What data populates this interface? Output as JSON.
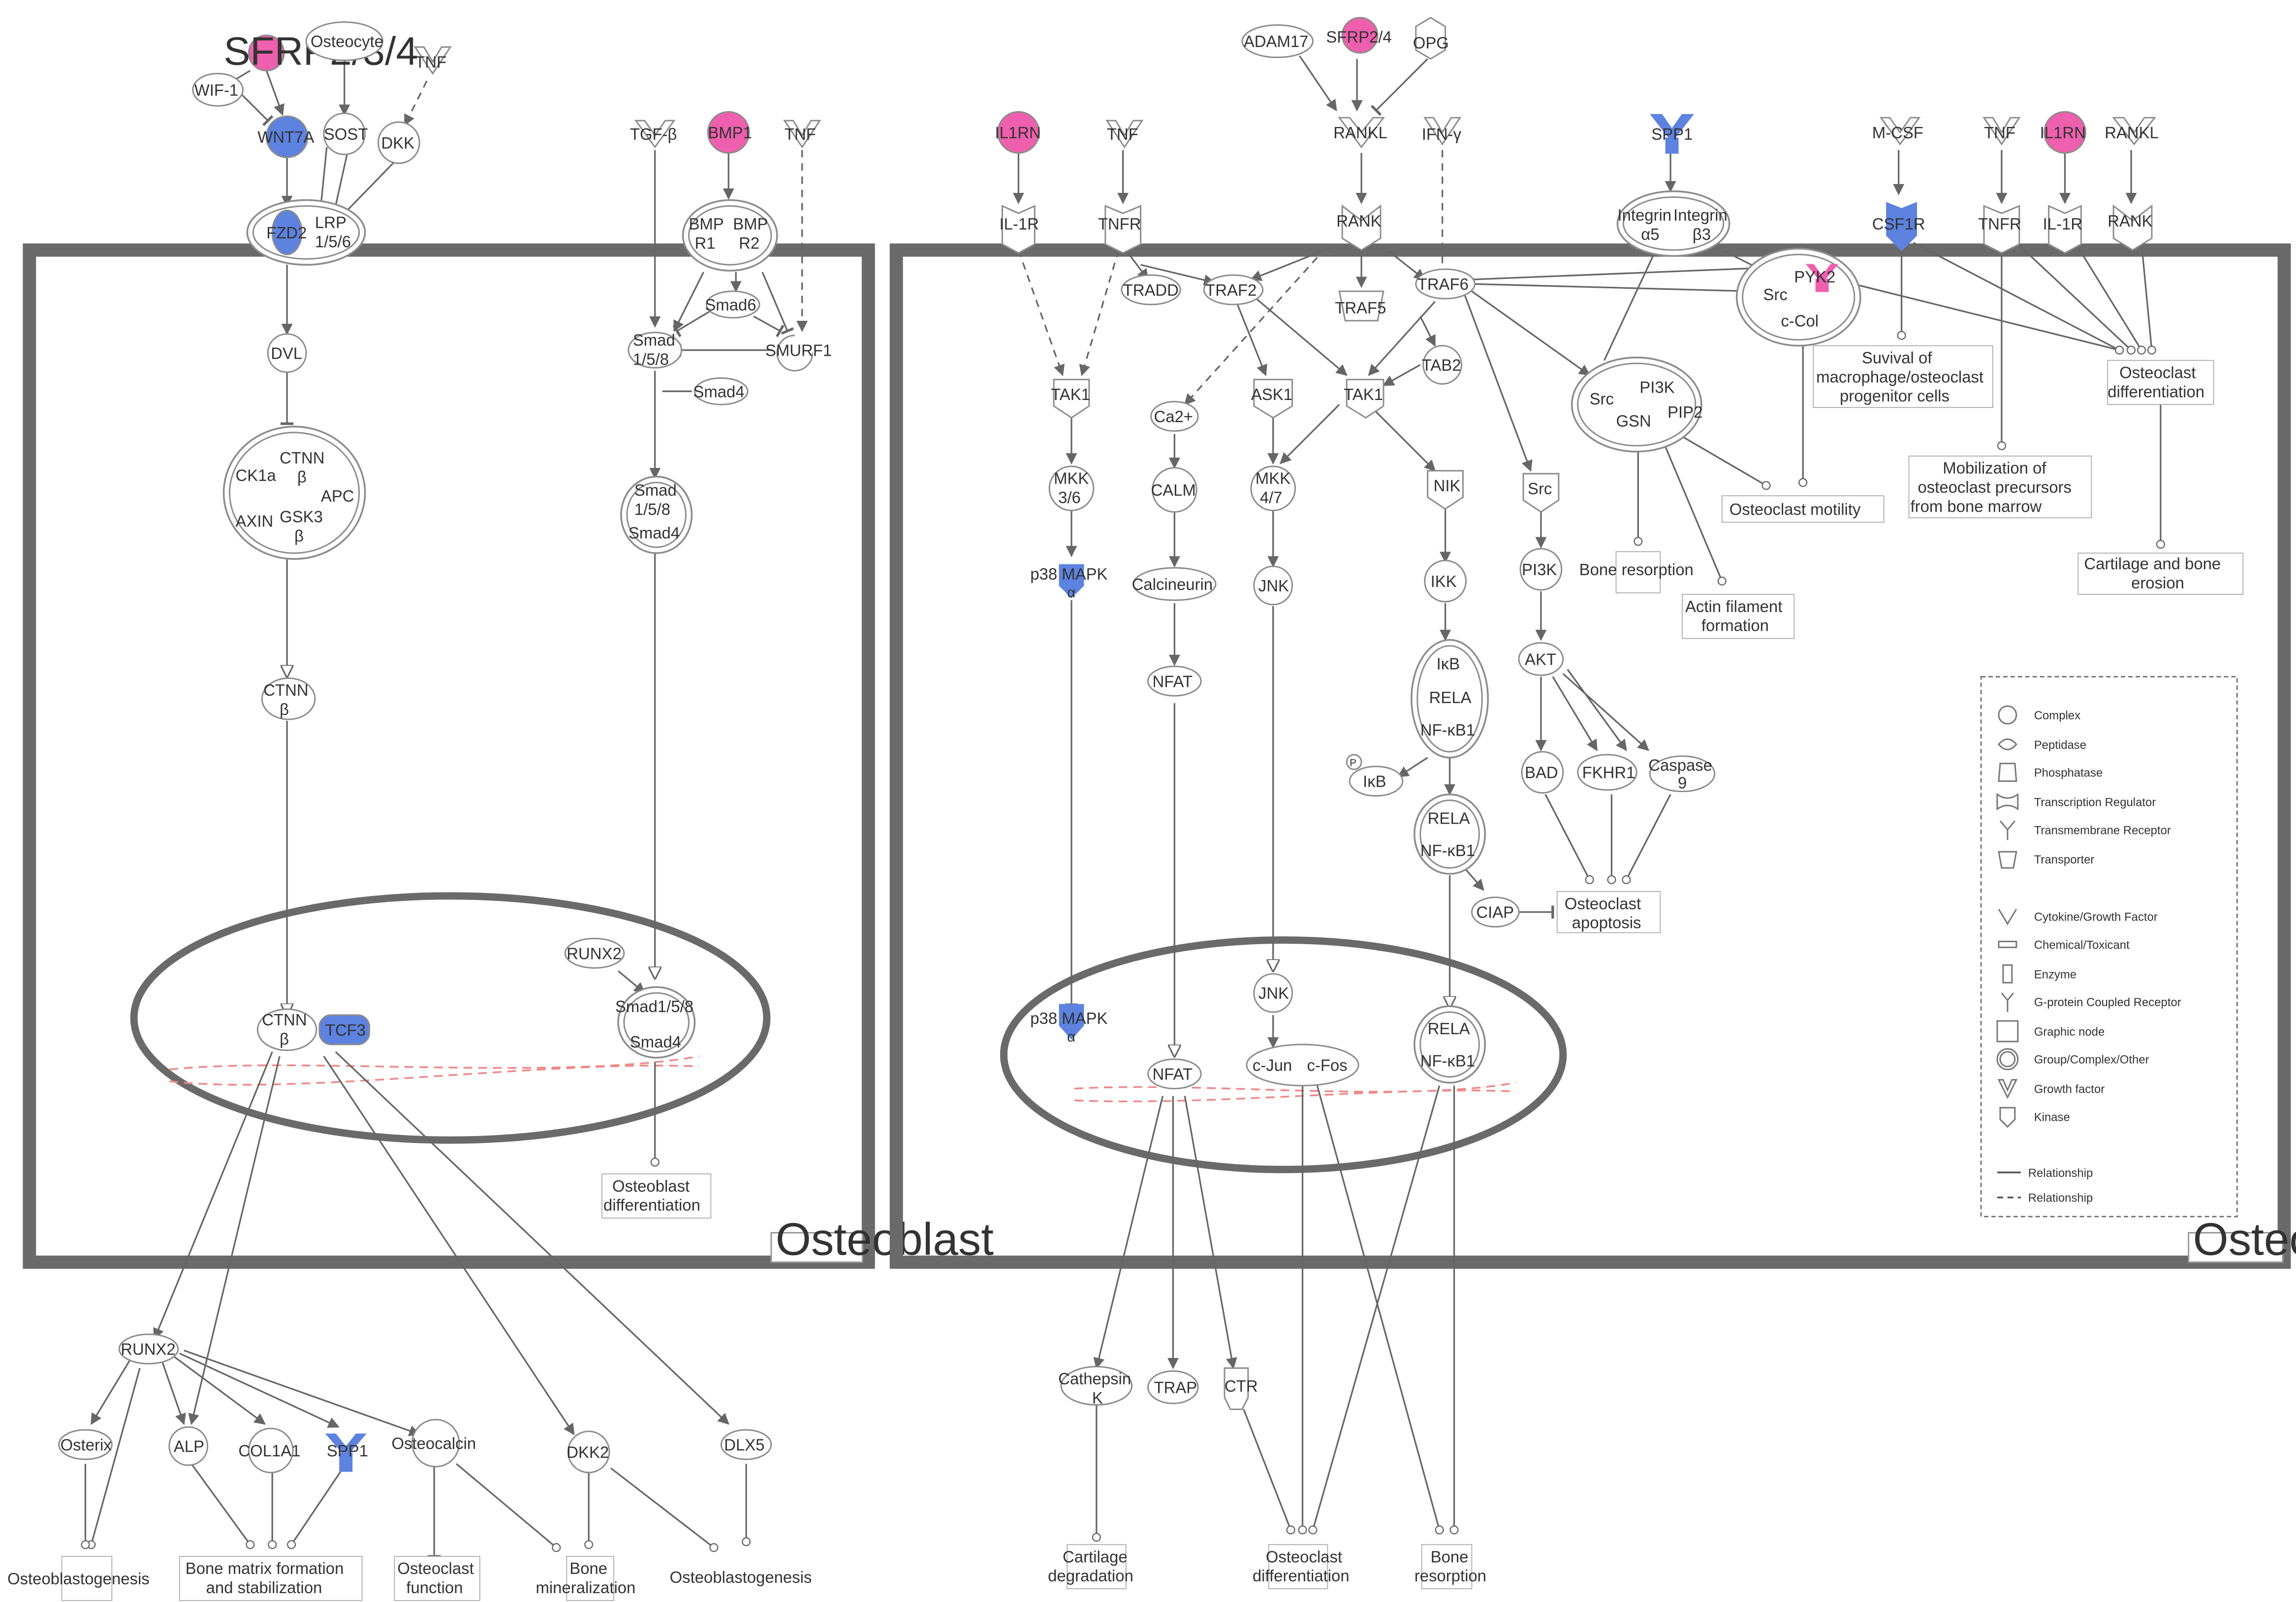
{
  "colors": {
    "up": "#ee5fae",
    "down": "#5d82e0",
    "membrane": "#6a6a6a",
    "line": "#666666",
    "dna": "#ee8a8a",
    "node_stroke": "#8c8c8c"
  },
  "compartments": {
    "osteoblast": "Osteoblast",
    "osteoclast": "Osteoclast"
  },
  "nodes": {
    "sfrp234": "SFRP2/3/4",
    "osteocyte": "Osteocyte",
    "tnf_a": "TNF",
    "wif1": "WIF-1",
    "wnt7a": "WNT7A",
    "sost": "SOST",
    "dkk": "DKK",
    "fzd2": "FZD2",
    "lrp": [
      "LRP",
      "1/5/6"
    ],
    "dvl": "DVL",
    "ck1a": "CK1a",
    "ctnnb_c": [
      "CTNN",
      "β"
    ],
    "apc": "APC",
    "axin": "AXIN",
    "gsk3": [
      "GSK3",
      "β"
    ],
    "ctnnb_mid": [
      "CTNN",
      "β"
    ],
    "ctnnb_nuc": [
      "CTNN",
      "β"
    ],
    "tcf3": "TCF3",
    "tgfb": "TGF-β",
    "bmp1": "BMP1",
    "tnf_b": "TNF",
    "bmpr1": [
      "BMP",
      "R1"
    ],
    "bmpr2": [
      "BMP",
      "R2"
    ],
    "smad6": "Smad6",
    "smurf1": "SMURF1",
    "smad158": [
      "Smad",
      "1/5/8"
    ],
    "smad4": "Smad4",
    "smad_cplx": [
      "Smad",
      "1/5/8",
      "Smad4"
    ],
    "runx2_nuc": "RUNX2",
    "smad_nuc": [
      "Smad1/5/8",
      "Smad4"
    ],
    "runx2_out": "RUNX2",
    "osterix": "Osterix",
    "alp": "ALP",
    "col1a1": "COL1A1",
    "spp1_out": "SPP1",
    "osteocalcin": "Osteocalcin",
    "dkk2": "DKK2",
    "dlx5": "DLX5",
    "adam17": "ADAM17",
    "sfrp24": "SFRP2/4",
    "opg": "OPG",
    "rankl_a": "RANKL",
    "ifng": "IFN-γ",
    "rank_a": "RANK",
    "il1rn_a": "IL1RN",
    "tnf_c": "TNF",
    "il1r_a": "IL-1R",
    "tnfr_a": "TNFR",
    "tradd": "TRADD",
    "traf2": "TRAF2",
    "traf5": "TRAF5",
    "traf6": "TRAF6",
    "tab2": "TAB2",
    "tak1_a": "TAK1",
    "ca2": "Ca2+",
    "ask1": "ASK1",
    "tak1_b": "TAK1",
    "nik": "NIK",
    "mkk36": [
      "MKK",
      "3/6"
    ],
    "calm": "CALM",
    "mkk47": [
      "MKK",
      "4/7"
    ],
    "ikk": "IKK",
    "p38": [
      "p38 MAPK",
      "α"
    ],
    "calcineurin": "Calcineurin",
    "jnk": "JNK",
    "nfat": "NFAT",
    "ikb": "IκB",
    "rela_a": "RELA",
    "nfkb1_a": "NF-κB1",
    "ikbp": "IκB",
    "p_small": "P",
    "rela_b": "RELA",
    "nfkb1_b": "NF-κB1",
    "ciap": "CIAP",
    "p38_nuc": [
      "p38 MAPK",
      "α"
    ],
    "jnk_nuc": "JNK",
    "nfat_nuc": "NFAT",
    "cjun": "c-Jun",
    "cfos": "c-Fos",
    "rela_nuc": [
      "RELA",
      "NF-κB1"
    ],
    "spp1_top": "SPP1",
    "integrin": [
      "Integrin",
      "α5"
    ],
    "integrin2": [
      "Integrin",
      "β3"
    ],
    "src_a": "Src",
    "pyk2": "PYK2",
    "ccol": "c-Col",
    "src_b": "Src",
    "pi3k_a": "PI3K",
    "gsn": "GSN",
    "pip2": "PIP2",
    "src_c": "Src",
    "pi3k_b": "PI3K",
    "akt": "AKT",
    "bad": "BAD",
    "fkhr1": "FKHR1",
    "caspase9": [
      "Caspase",
      "9"
    ],
    "mcsf": "M-CSF",
    "csf1r": "CSF1R",
    "tnf_d": "TNF",
    "il1rn_b": "IL1RN",
    "rankl_b": "RANKL",
    "tnfr_b": "TNFR",
    "il1r_b": "IL-1R",
    "rank_b": "RANK",
    "cathepsin": [
      "Cathepsin",
      "K"
    ],
    "trap": "TRAP",
    "ctr": "CTR"
  },
  "processes": {
    "ob_diff": [
      "Osteoblast",
      "differentiation"
    ],
    "obgen_1": "Osteoblastogenesis",
    "bone_matrix": [
      "Bone matrix formation",
      "and stabilization"
    ],
    "oc_function": [
      "Osteoclast",
      "function"
    ],
    "bone_min": [
      "Bone",
      "mineralization"
    ],
    "obgen_2": "Osteoblastogenesis",
    "bone_resorption_a": "Bone resorption",
    "actin": [
      "Actin filament",
      "formation"
    ],
    "oc_motility": "Osteoclast motility",
    "survival": [
      "Suvival of",
      "macrophage/osteoclast",
      "progenitor cells"
    ],
    "mobilization": [
      "Mobilization of",
      "osteoclast precursors",
      "from bone marrow"
    ],
    "oc_diff_a": [
      "Osteoclast",
      "differentiation"
    ],
    "cartilage_erosion": [
      "Cartilage and bone",
      "erosion"
    ],
    "oc_apoptosis": [
      "Osteoclast",
      "apoptosis"
    ],
    "cart_deg": [
      "Cartilage",
      "degradation"
    ],
    "oc_diff_b": [
      "Osteoclast",
      "differentiation"
    ],
    "bone_resorption_b": [
      "Bone",
      "resorption"
    ]
  },
  "legend": {
    "items": [
      {
        "icon": "complex-icon",
        "label": "Complex"
      },
      {
        "icon": "peptidase-icon",
        "label": "Peptidase"
      },
      {
        "icon": "phosphatase-icon",
        "label": "Phosphatase"
      },
      {
        "icon": "transcription-regulator-icon",
        "label": "Transcription  Regulator"
      },
      {
        "icon": "transmembrane-receptor-icon",
        "label": "Transmembrane  Receptor"
      },
      {
        "icon": "transporter-icon",
        "label": "Transporter"
      },
      {
        "icon": "cytokine-icon",
        "label": "Cytokine/Growth Factor"
      },
      {
        "icon": "chemical-icon",
        "label": "Chemical/Toxicant"
      },
      {
        "icon": "enzyme-icon",
        "label": "Enzyme"
      },
      {
        "icon": "gpcr-icon",
        "label": "G-protein  Coupled Receptor"
      },
      {
        "icon": "graphic-node-icon",
        "label": "Graphic node"
      },
      {
        "icon": "group-icon",
        "label": "Group/Complex/Other"
      },
      {
        "icon": "growth-factor-icon",
        "label": "Growth factor"
      },
      {
        "icon": "kinase-icon",
        "label": "Kinase"
      }
    ],
    "relationship_solid": "Relationship",
    "relationship_dashed": "Relationship"
  }
}
